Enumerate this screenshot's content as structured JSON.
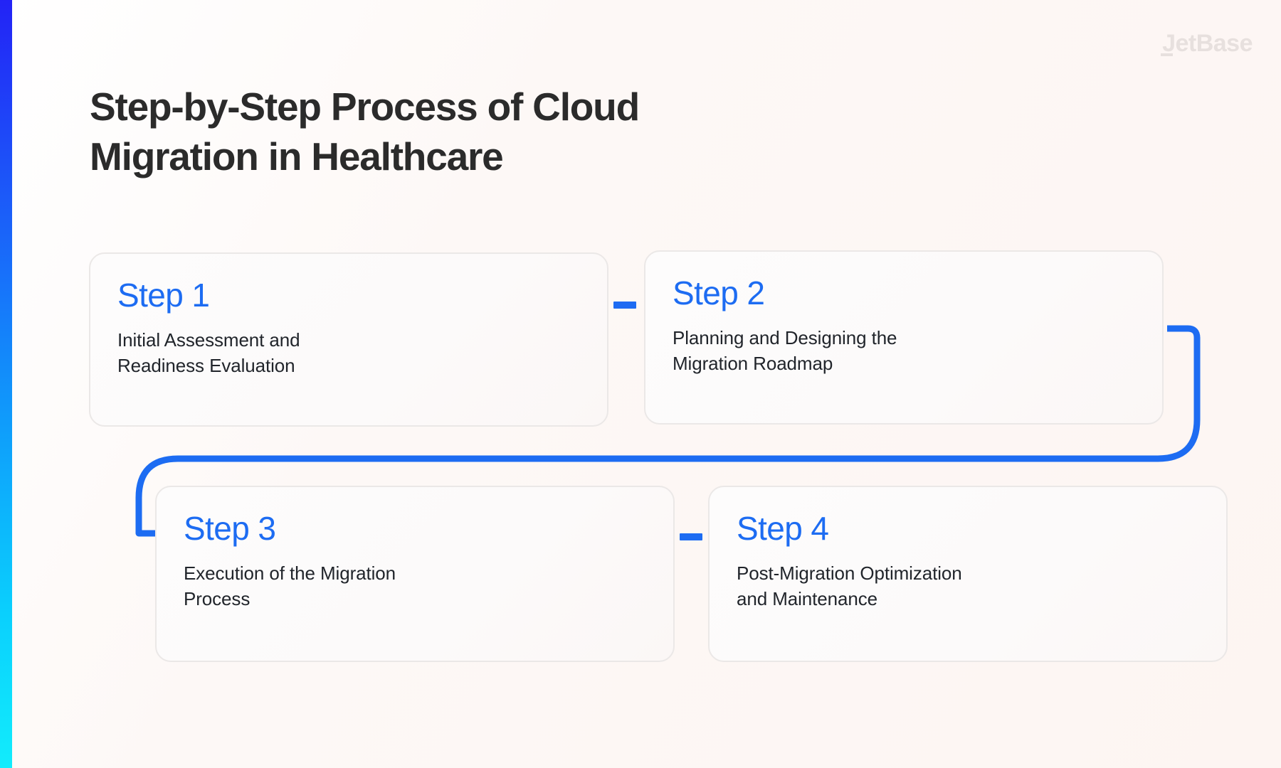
{
  "brand": {
    "name_lead": "J",
    "name_rest": "etBase"
  },
  "header": {
    "title": "Step-by-Step Process of Cloud\nMigration in Healthcare"
  },
  "theme": {
    "accent_blue": "#1d6cf2",
    "accent_bar_top": "#2323f6",
    "accent_bar_bottom": "#12ecfc",
    "background": "#fdf7f5",
    "card_border": "#ebe8e7",
    "title_color": "#2b2b2b",
    "body_color": "#21252b",
    "logo_color": "#e7e0de"
  },
  "steps": [
    {
      "label": "Step 1",
      "description": "Initial Assessment and\nReadiness Evaluation"
    },
    {
      "label": "Step 2",
      "description": "Planning and Designing the\nMigration Roadmap"
    },
    {
      "label": "Step 3",
      "description": "Execution of the Migration\nProcess"
    },
    {
      "label": "Step 4",
      "description": "Post-Migration Optimization\nand Maintenance"
    }
  ]
}
